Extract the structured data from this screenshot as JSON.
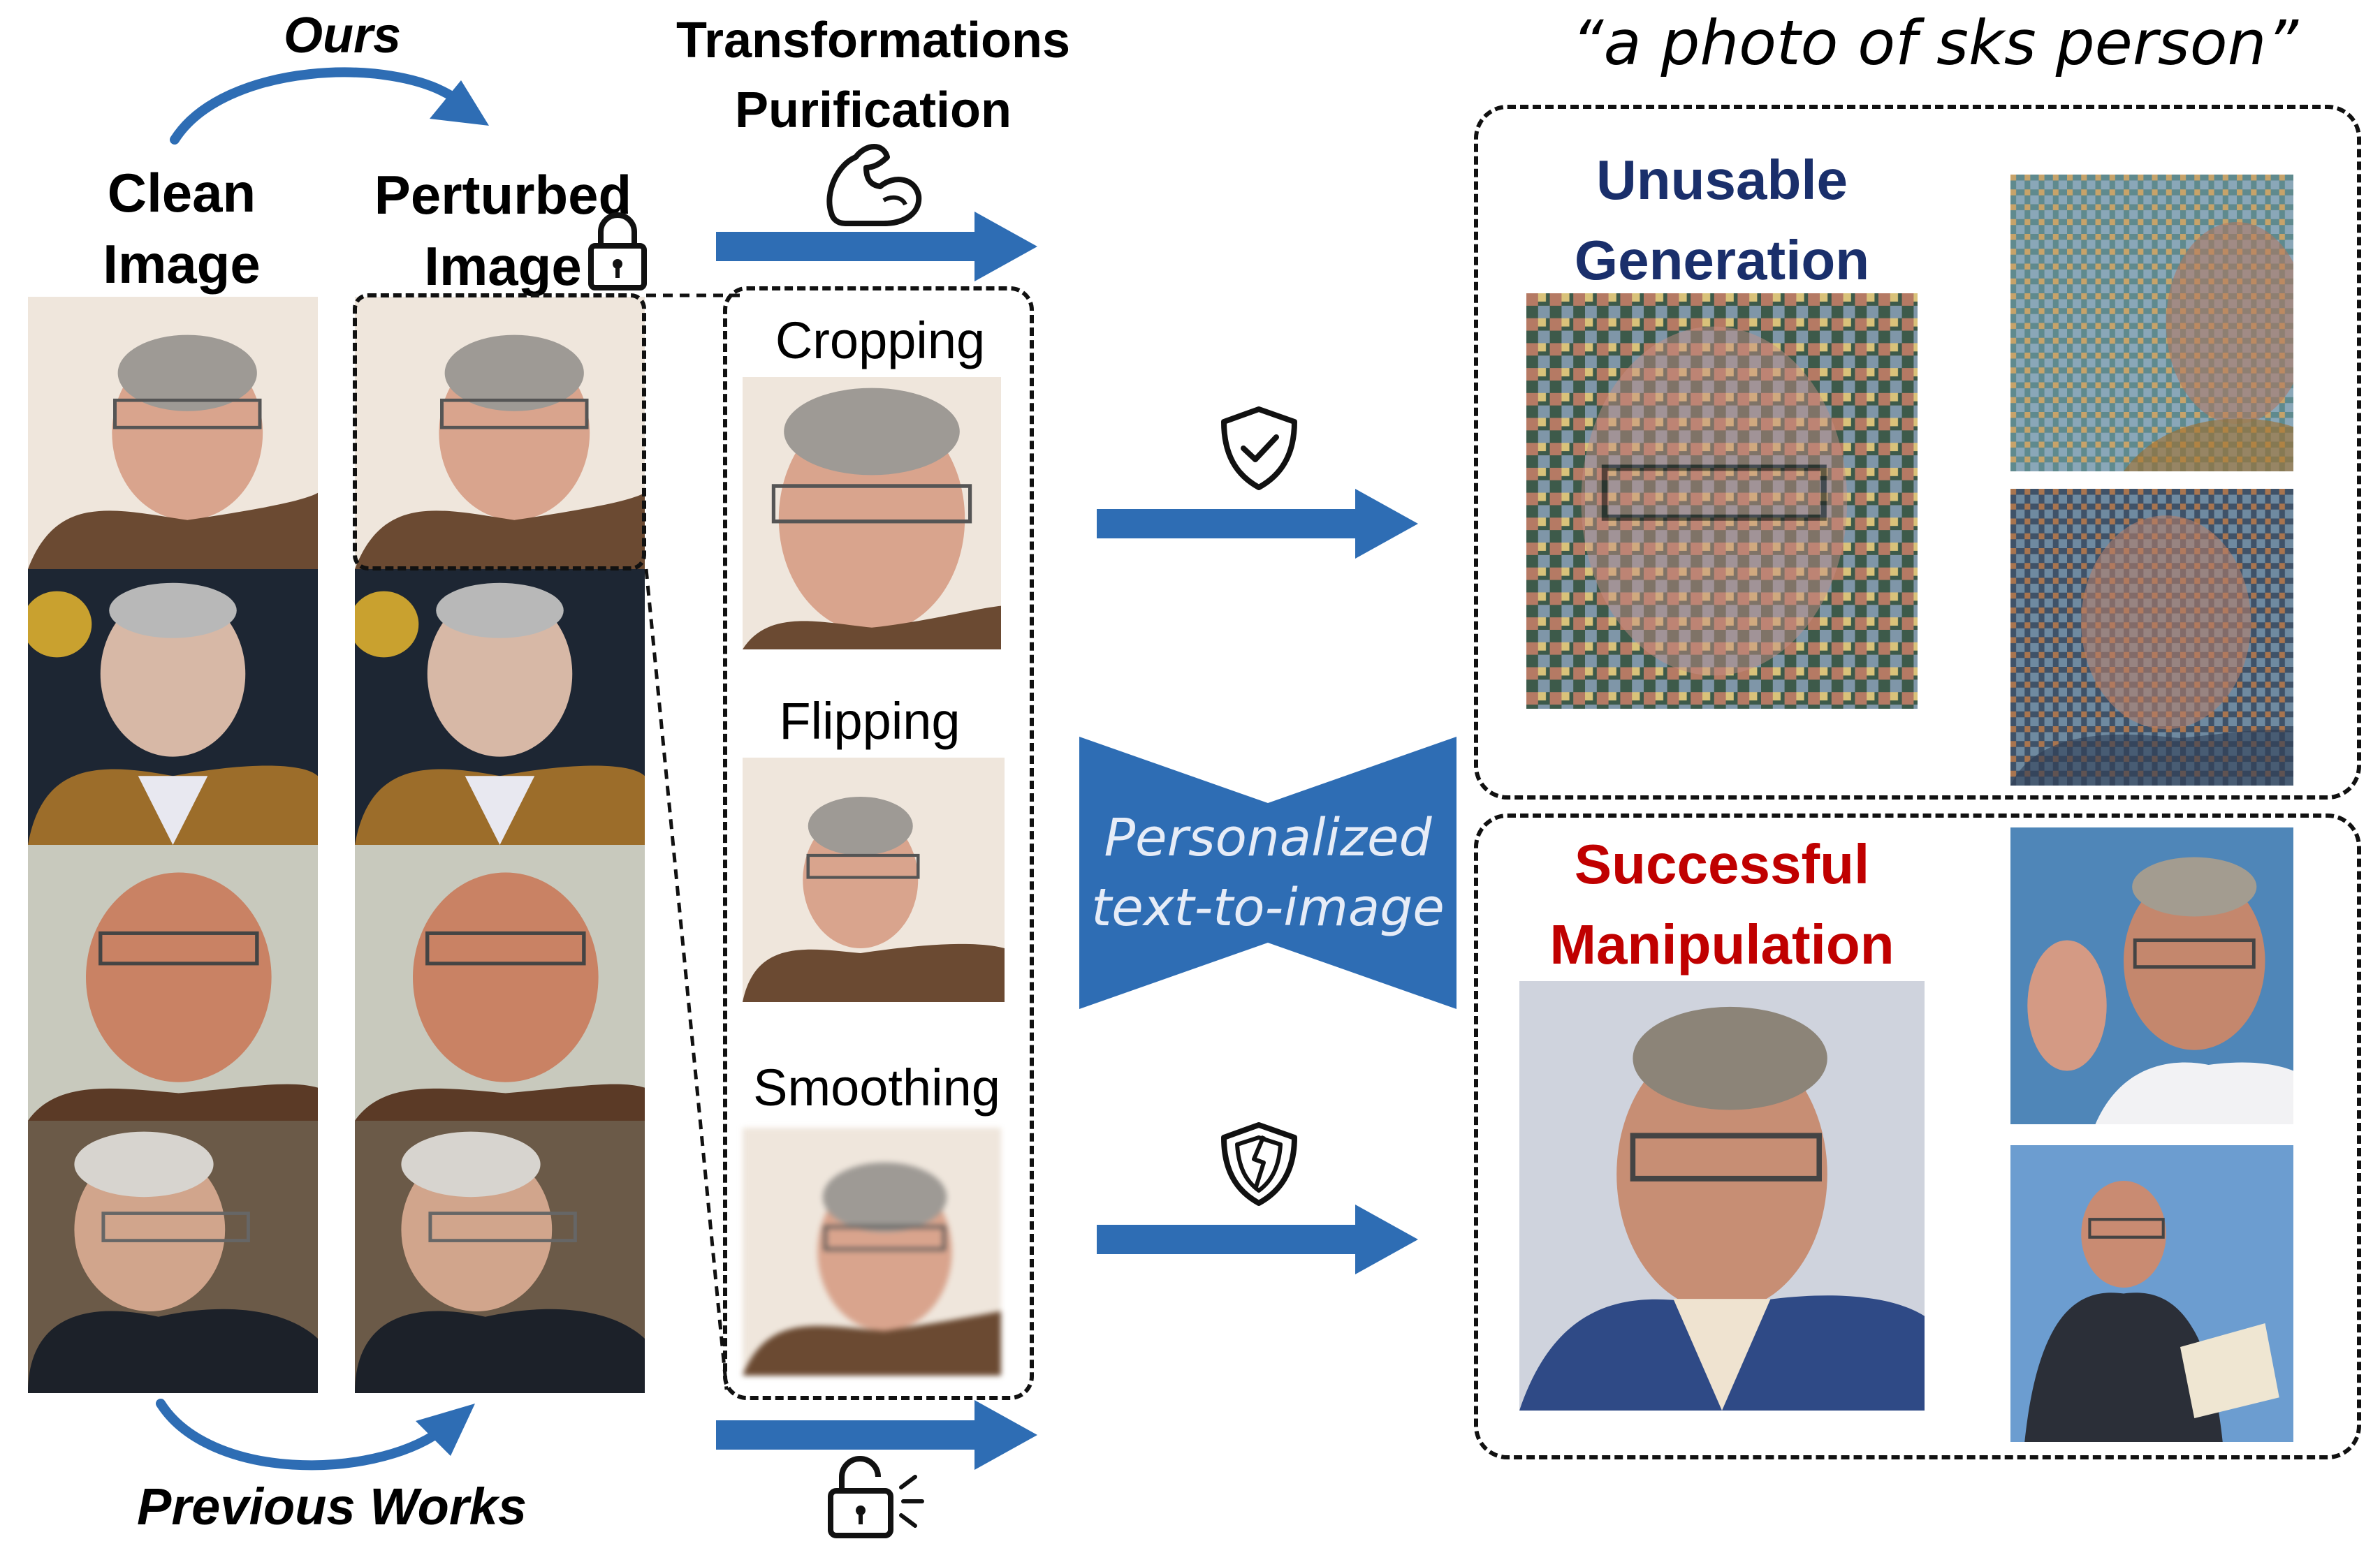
{
  "labels": {
    "ours": "Ours",
    "clean_image": "Clean\nImage",
    "perturbed_image": "Perturbed\nImage",
    "previous_works": "Previous Works",
    "transformations": "Transformations\nPurification",
    "cropping": "Cropping",
    "flipping": "Flipping",
    "smoothing": "Smoothing",
    "personalized": "Personalized\ntext-to-image",
    "prompt": "“a photo of sks person”",
    "unusable": "Unusable\nGeneration",
    "successful": "Successful\nManipulation"
  },
  "icons": {
    "strength": "flexed-arm-icon",
    "lock": "padlock-closed-icon",
    "unlock": "padlock-open-icon",
    "shield_ok": "shield-check-icon",
    "shield_broken": "shield-broken-icon"
  },
  "colors": {
    "arrow_blue": "#2e6db4",
    "title_blue": "#1a2f6b",
    "title_red": "#c00000",
    "bowtie_blue": "#2e6db4",
    "bowtie_text": "#e6ecf7"
  }
}
